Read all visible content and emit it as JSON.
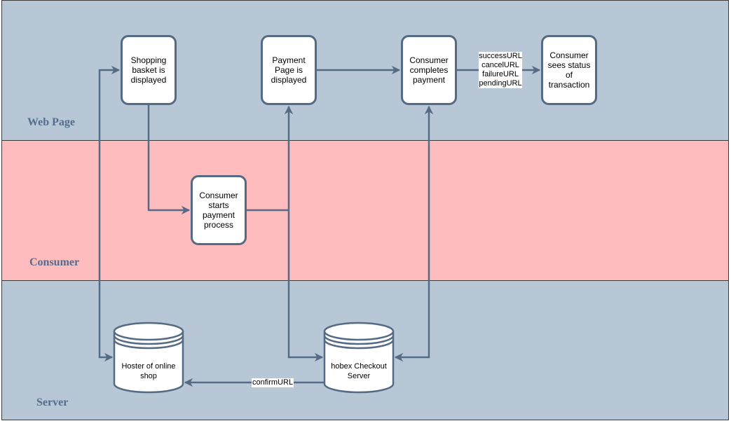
{
  "lanes": {
    "web_page": "Web Page",
    "consumer": "Consumer",
    "server": "Server"
  },
  "nodes": {
    "shopping_basket": "Shopping basket is displayed",
    "payment_page": "Payment Page is displayed",
    "consumer_completes": "Consumer completes payment",
    "consumer_sees_status": "Consumer sees status of transaction",
    "consumer_starts": "Consumer starts payment process",
    "hoster": "Hoster of online shop",
    "hobex_server": "hobex Checkout Server"
  },
  "edge_labels": {
    "redirect_urls": [
      "successURL",
      "cancelURL",
      "failureURL",
      "pendingURL"
    ],
    "confirm": "confirmURL"
  },
  "colors": {
    "web_lane": "#b8c7d6",
    "consumer_lane": "#ffbcbf",
    "server_lane": "#b8c7d6",
    "stroke": "#556b85",
    "lane_label": "#536d8c"
  }
}
